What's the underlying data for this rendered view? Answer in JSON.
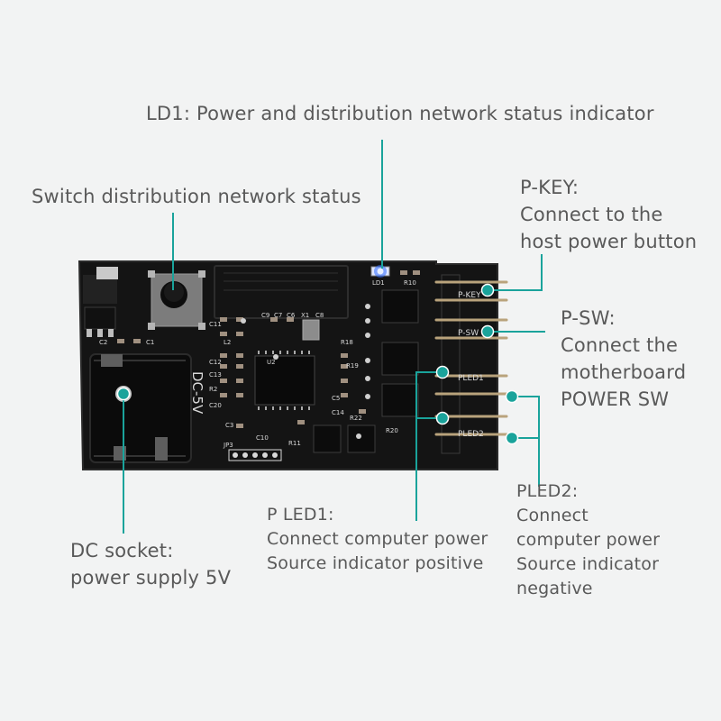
{
  "colors": {
    "accent": "#1aa39b",
    "board": "#141414",
    "silkscreen": "#d9d9d9",
    "led": "#2f6bff",
    "label_text": "#595959"
  },
  "board": {
    "silk": {
      "ld1": "LD1",
      "r10": "R10",
      "dc": "DC-5V",
      "c1": "C1",
      "c2": "C2",
      "c3": "C3",
      "c5": "C5",
      "c6": "C6",
      "c7": "C7",
      "c8": "C8",
      "c9": "C9",
      "c10": "C10",
      "c11": "C11",
      "c12": "C12",
      "c13": "C13",
      "c14": "C14",
      "c20": "C20",
      "l2": "L2",
      "u2": "U2",
      "r2": "R2",
      "r11": "R11",
      "r18": "R18",
      "r19": "R19",
      "r20": "R20",
      "r22": "R22",
      "x1": "X1",
      "jp3": "JP3",
      "pkey": "P-KEY",
      "psw": "P-SW",
      "pled1": "PLED1",
      "pled2": "PLED2"
    }
  },
  "callouts": {
    "ld1": {
      "lines": [
        "LD1: Power and distribution network status indicator"
      ]
    },
    "switch": {
      "lines": [
        "Switch distribution network status"
      ]
    },
    "pkey": {
      "lines": [
        "P-KEY:",
        "Connect to the",
        "host power button"
      ]
    },
    "psw": {
      "lines": [
        "P-SW:",
        "Connect the",
        "motherboard",
        "POWER SW"
      ]
    },
    "pled1": {
      "lines": [
        "P LED1:",
        "Connect computer power",
        "Source indicator positive"
      ]
    },
    "pled2": {
      "lines": [
        "PLED2:",
        "Connect",
        "computer power",
        "Source indicator",
        "negative"
      ]
    },
    "dc": {
      "lines": [
        "DC socket:",
        "power supply 5V"
      ]
    }
  }
}
